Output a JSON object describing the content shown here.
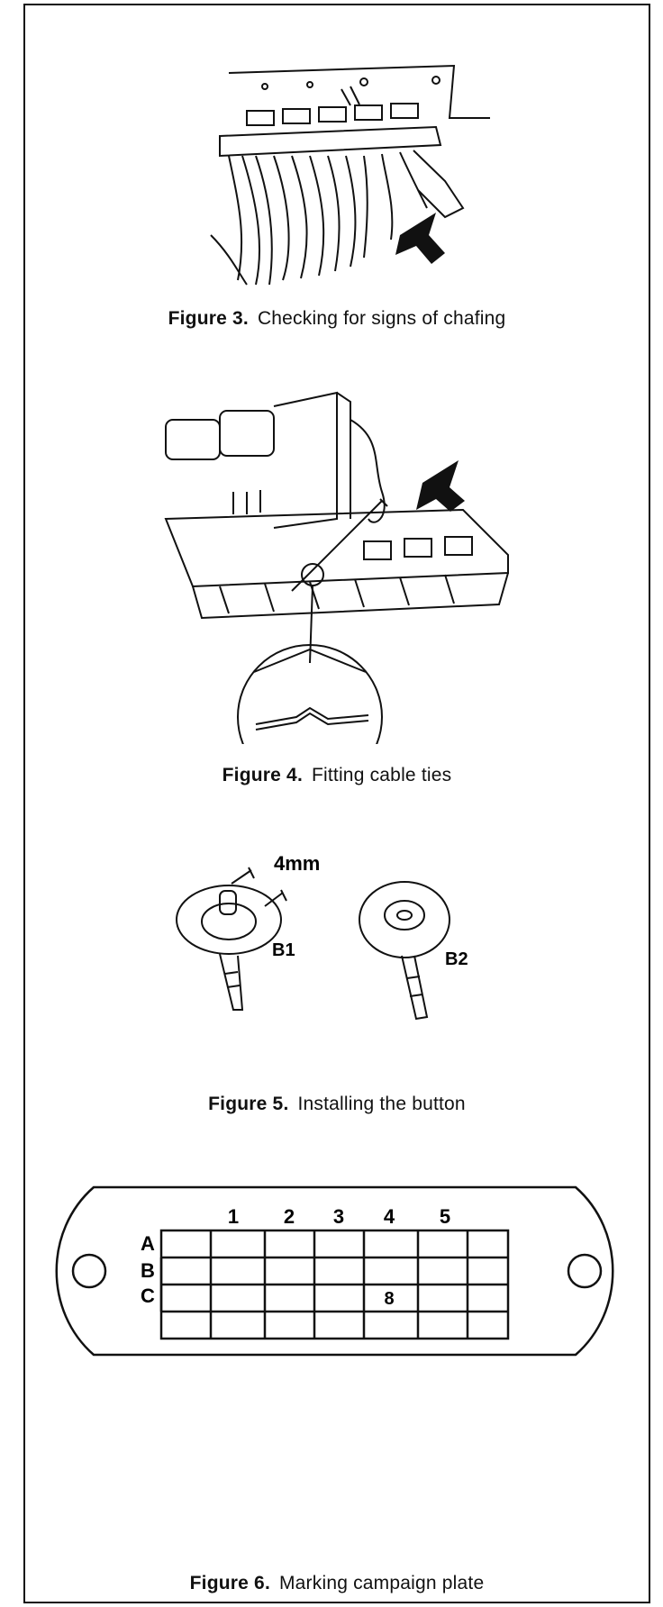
{
  "figures": [
    {
      "number": "Figure 3.",
      "caption": "Checking for signs of chafing"
    },
    {
      "number": "Figure 4.",
      "caption": "Fitting cable ties"
    },
    {
      "number": "Figure 5.",
      "caption": "Installing the button",
      "dimension": "4mm",
      "labels": [
        "B1",
        "B2"
      ]
    },
    {
      "number": "Figure 6.",
      "caption": "Marking campaign plate",
      "columns": [
        "1",
        "2",
        "3",
        "4",
        "5"
      ],
      "rows": [
        "A",
        "B",
        "C"
      ],
      "marked_cell": {
        "row": "C",
        "column": "4",
        "value": "8"
      }
    }
  ]
}
